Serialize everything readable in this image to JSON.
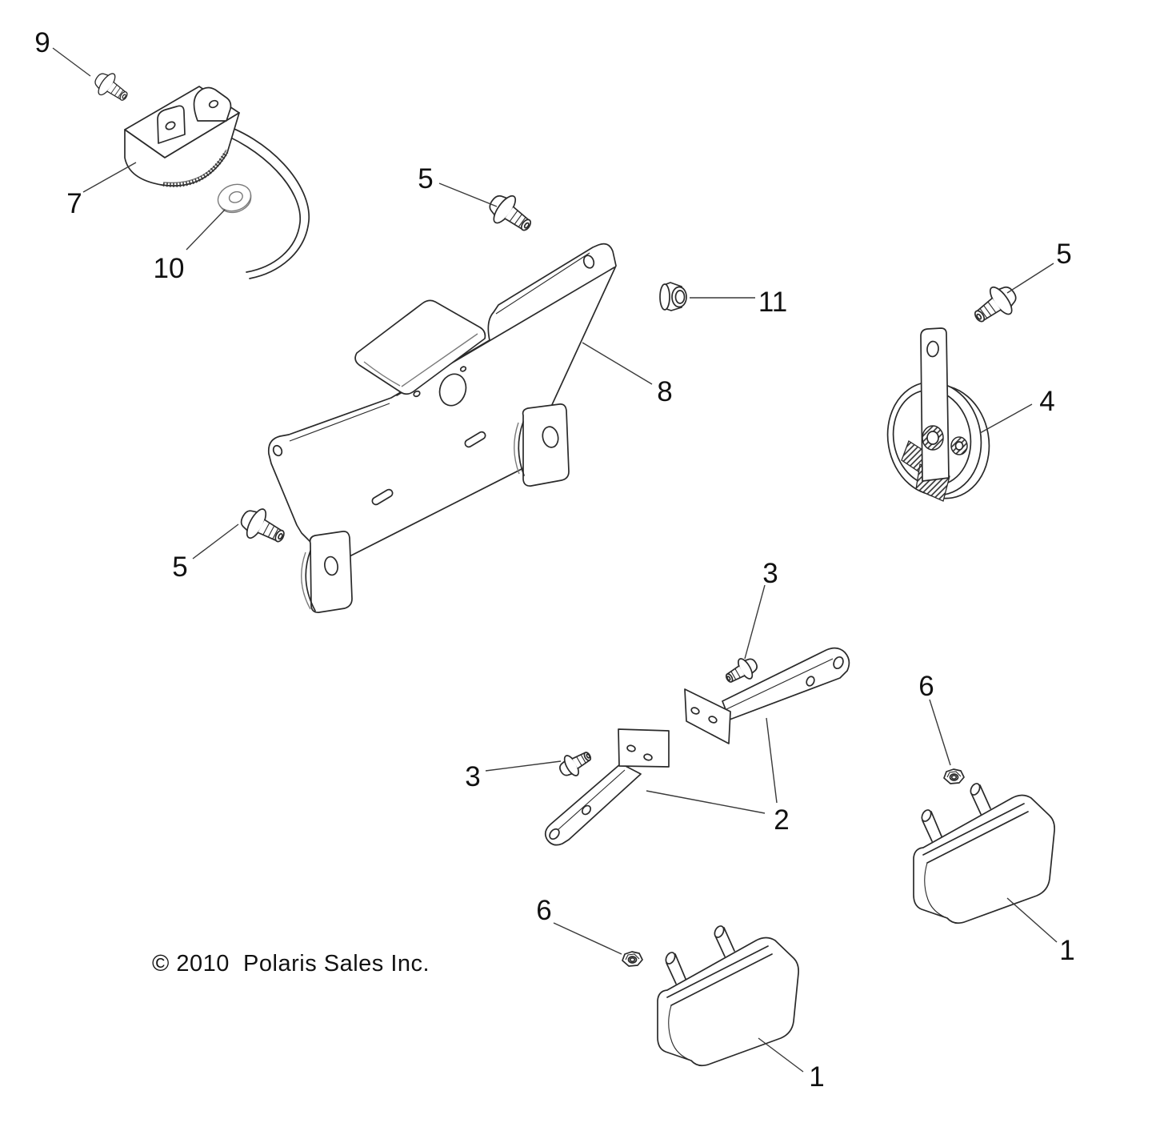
{
  "callouts": [
    {
      "label": "9"
    },
    {
      "label": "7"
    },
    {
      "label": "10"
    },
    {
      "label": "5"
    },
    {
      "label": "11"
    },
    {
      "label": "8"
    },
    {
      "label": "5"
    },
    {
      "label": "4"
    },
    {
      "label": "5"
    },
    {
      "label": "3"
    },
    {
      "label": "3"
    },
    {
      "label": "2"
    },
    {
      "label": "6"
    },
    {
      "label": "1"
    },
    {
      "label": "6"
    },
    {
      "label": "1"
    }
  ],
  "footer": {
    "copyright": "© 2010  Polaris Sales Inc."
  }
}
